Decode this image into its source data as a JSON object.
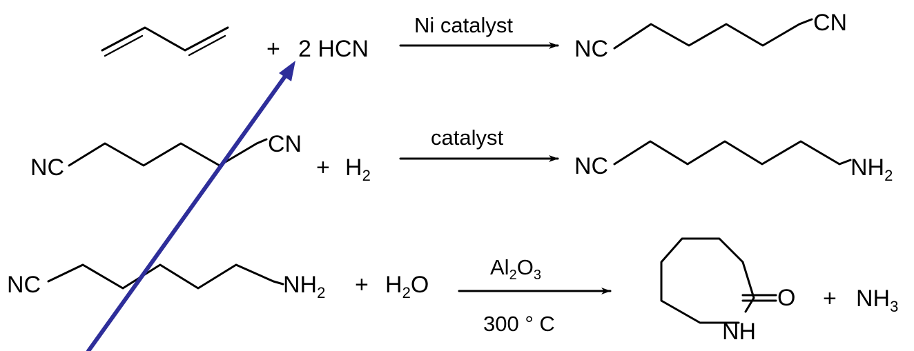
{
  "reaction1": {
    "plus": "+",
    "reagent": "2 HCN",
    "condition": "Ni catalyst",
    "product_left": "NC",
    "product_right": "CN"
  },
  "reaction2": {
    "reactant_left": "NC",
    "reactant_right": "CN",
    "plus": "+",
    "reagent_base": "H",
    "reagent_sub": "2",
    "condition": "catalyst",
    "product_left": "NC",
    "product_right_base": "NH",
    "product_right_sub": "2"
  },
  "reaction3": {
    "reactant_left": "NC",
    "reactant_right_base": "NH",
    "reactant_right_sub": "2",
    "plus1": "+",
    "reagent_h": "H",
    "reagent_sub": "2",
    "reagent_o": "O",
    "condition_top": {
      "p1": "Al",
      "s1": "2",
      "p2": "O",
      "s2": "3"
    },
    "condition_bottom": "300 ° C",
    "ring_o": "O",
    "ring_nh": "NH",
    "plus2": "+",
    "byproduct_base": "NH",
    "byproduct_sub": "3"
  },
  "annotation_arrow_color": "#2e2e9a"
}
